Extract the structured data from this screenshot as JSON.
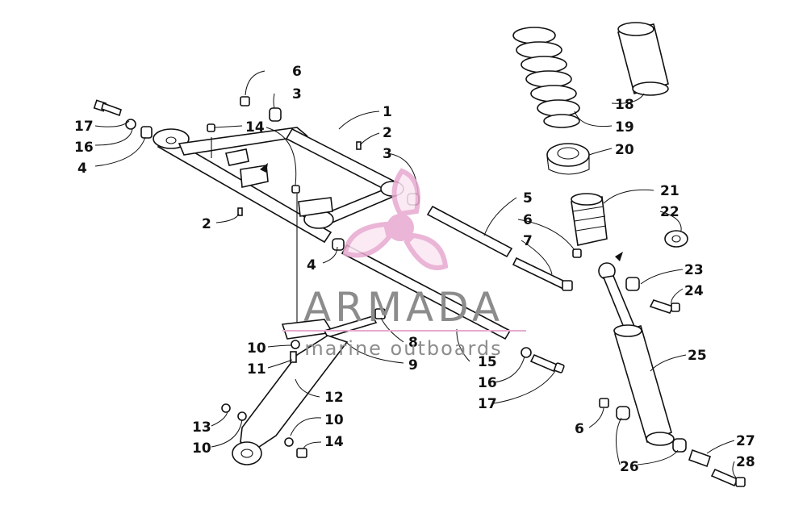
{
  "watermark": {
    "brand": "ARMADA",
    "tagline": "marine outboards",
    "brand_color": "#8c8c8c",
    "accent_color": "#e7a9cf",
    "icon": "propeller-icon"
  },
  "callouts": [
    "1",
    "2",
    "3",
    "4",
    "5",
    "6",
    "7",
    "8",
    "9",
    "10",
    "11",
    "12",
    "13",
    "14",
    "15",
    "16",
    "17",
    "18",
    "19",
    "20",
    "21",
    "22",
    "23",
    "24",
    "25",
    "26",
    "27",
    "28"
  ]
}
